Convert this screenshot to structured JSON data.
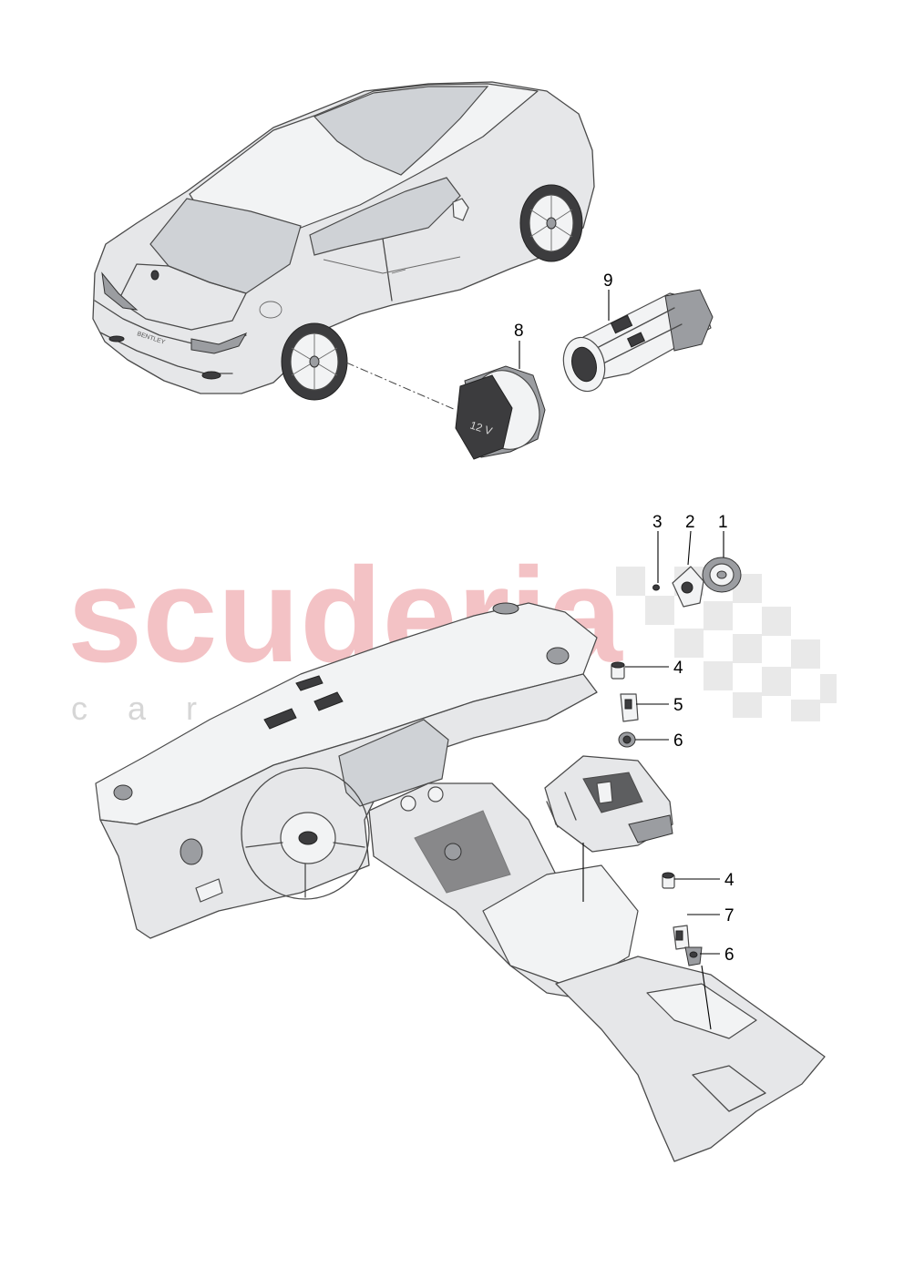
{
  "watermark": {
    "brand": "scuderia",
    "subtitle": "car parts"
  },
  "callouts": [
    {
      "id": "c9",
      "label": "9"
    },
    {
      "id": "c8",
      "label": "8"
    },
    {
      "id": "c3",
      "label": "3"
    },
    {
      "id": "c2",
      "label": "2"
    },
    {
      "id": "c1",
      "label": "1"
    },
    {
      "id": "c4a",
      "label": "4"
    },
    {
      "id": "c5",
      "label": "5"
    },
    {
      "id": "c6a",
      "label": "6"
    },
    {
      "id": "c4b",
      "label": "4"
    },
    {
      "id": "c7",
      "label": "7"
    },
    {
      "id": "c6b",
      "label": "6"
    }
  ],
  "part_markings": {
    "socket_voltage": "12 V",
    "rear_badge": "BENTLEY"
  },
  "colors": {
    "watermark_red": "#f2b8bc",
    "watermark_grey": "#d6d6d6",
    "line": "#4a4a4a",
    "panel": "#e6e7e9"
  }
}
